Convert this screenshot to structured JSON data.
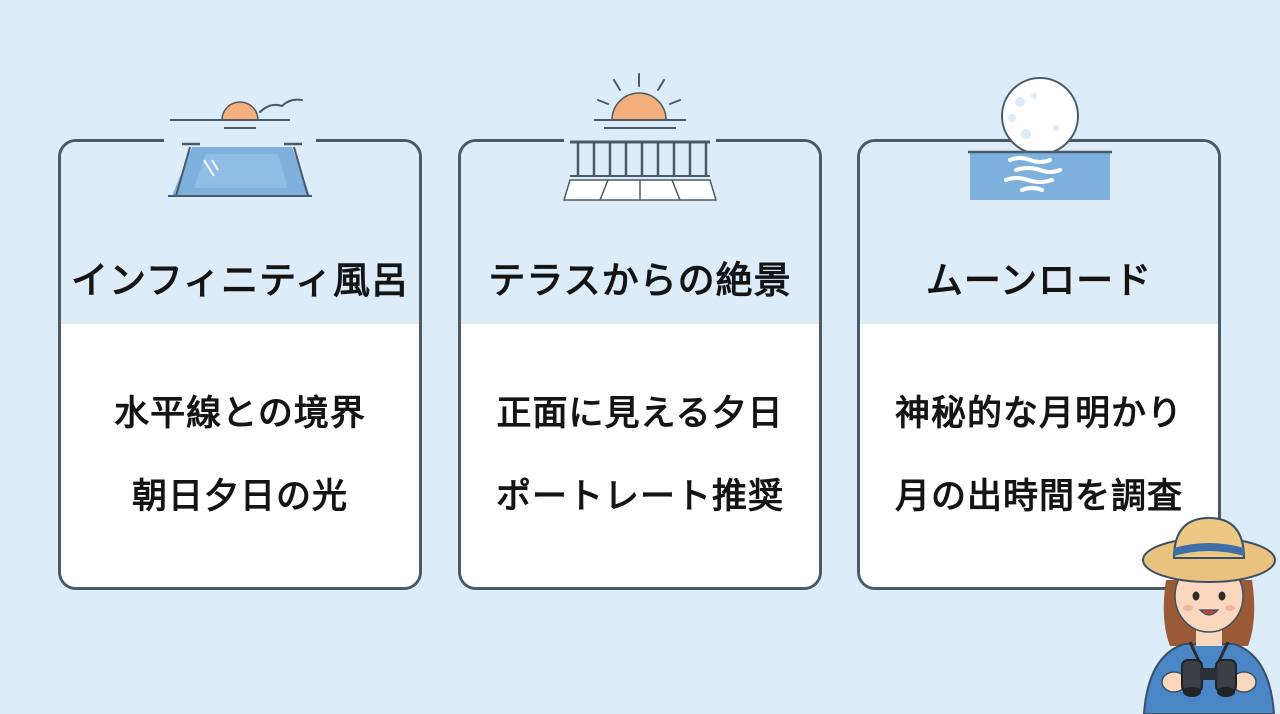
{
  "cards": [
    {
      "title": "インフィニティ風呂",
      "lines": [
        "水平線との境界",
        "朝日夕日の光"
      ],
      "icon": "infinity-pool-sunset-icon"
    },
    {
      "title": "テラスからの絶景",
      "lines": [
        "正面に見える夕日",
        "ポートレート推奨"
      ],
      "icon": "terrace-sunset-icon"
    },
    {
      "title": "ムーンロード",
      "lines": [
        "神秘的な月明かり",
        "月の出時間を調査"
      ],
      "icon": "moon-over-sea-icon"
    }
  ],
  "colors": {
    "background": "#dcecf9",
    "card_border": "#4a5a69",
    "card_body": "#ffffff",
    "sun": "#f4b07c",
    "water": "#7eb0dd",
    "text": "#141414"
  },
  "mascot": "tourist-with-binoculars"
}
